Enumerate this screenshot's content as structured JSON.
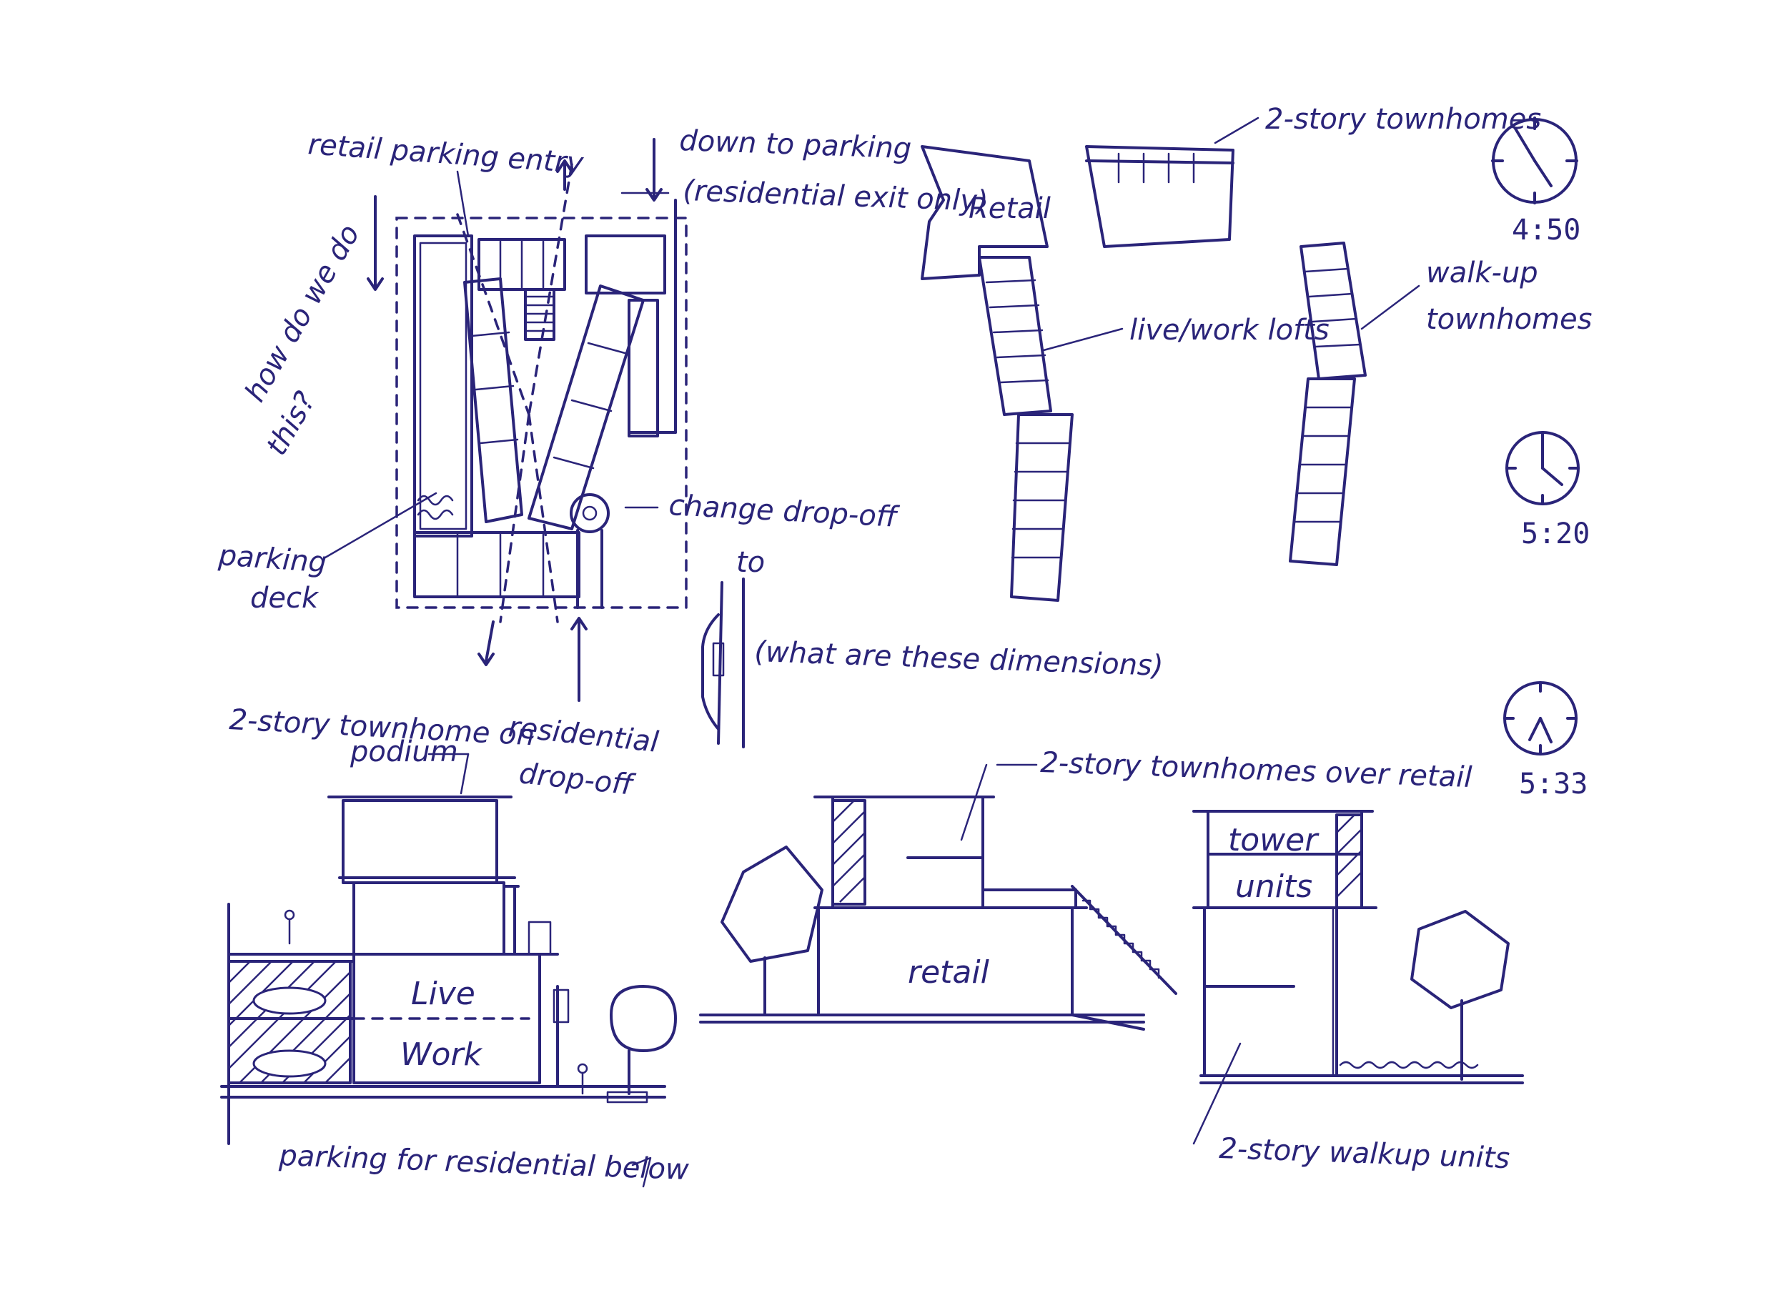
{
  "colors": {
    "ink": "#2a2479",
    "paper": "#ffffff"
  },
  "plan_labels": {
    "retail_parking_entry": "retail parking entry",
    "down_to_parking": "down to parking",
    "residential_exit_only": "(residential exit only)",
    "how_do_we_do_1": "how do we do",
    "how_do_we_do_2": "this?",
    "parking_deck_1": "parking",
    "parking_deck_2": "deck",
    "change_drop_off": "change drop-off",
    "to": "to",
    "what_dimensions": "(what are these dimensions)",
    "residential_drop_off_1": "residential",
    "residential_drop_off_2": "drop-off"
  },
  "massing_labels": {
    "retail": "Retail",
    "live_work_lofts": "live/work lofts",
    "two_story_townhomes": "2-story townhomes",
    "walk_up_1": "walk-up",
    "walk_up_2": "townhomes"
  },
  "clocks": [
    {
      "time": "4:50"
    },
    {
      "time": "5:20"
    },
    {
      "time": "5:33"
    }
  ],
  "section_labels": {
    "podium_1": "2-story townhome on",
    "podium_2": "podium",
    "live": "Live",
    "work": "Work",
    "parking_below": "parking for residential below",
    "over_retail": "2-story townhomes over retail",
    "retail": "retail",
    "tower": "tower",
    "units": "units",
    "walkup_units": "2-story walkup units"
  }
}
